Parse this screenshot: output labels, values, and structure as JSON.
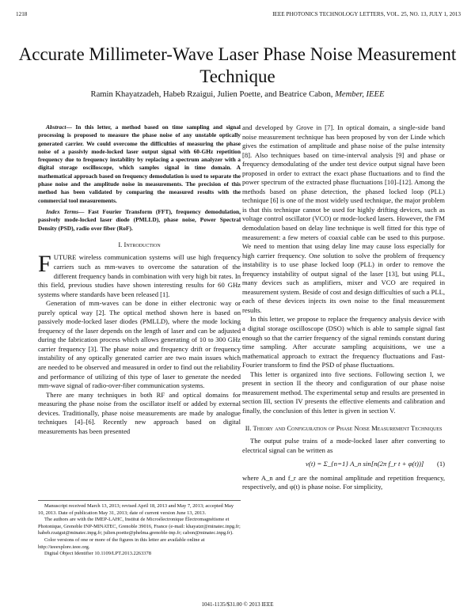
{
  "header": {
    "page_number": "1218",
    "journal": "IEEE PHOTONICS TECHNOLOGY LETTERS, VOL. 25, NO. 13, JULY 1, 2013"
  },
  "title": "Accurate Millimeter-Wave Laser Phase Noise Measurement Technique",
  "authors": {
    "names": "Ramin Khayatzadeh, Habeb Rzaigui, Julien Poette, and Beatrice Cabon,",
    "role": "Member, IEEE"
  },
  "abstract": {
    "lead": "Abstract",
    "text": "— In this letter, a method based on time sampling and signal processing is proposed to measure the phase noise of any unstable optically generated carrier. We could overcome the difficulties of measuring the phase noise of a passivly mode-locked laser output signal with 60-GHz repetition frequency due to frequency instability by replacing a spectrum analyzer with a digital storage oscilloscope, which samples signal in time domain. A mathematical approach based on frequency demodulation is used to separate the phase noise and the amplitude noise in measurements. The precision of this method has been validated by comparing the measured results with the commercial tool measurements."
  },
  "index_terms": {
    "lead": "Index Terms",
    "text": "— Fast Fourier Transform (FFT), frequency demodulation, passively mode-locked laser diode (PMLLD), phase noise, Power Spectral Density (PSD), radio over fiber (RoF)."
  },
  "section1": {
    "heading": "I. Introduction",
    "dropcap": "F",
    "p1": "UTURE wireless communication systems will use high frequency carriers such as mm-waves to overcome the saturation of the different frequency bands in combination with very high bit rates. In this field, previous studies have shown interesting results for 60 GHz systems where standards have been released [1].",
    "p2": "Generation of mm-waves can be done in either electronic way or purely optical way [2]. The optical method shown here is based on passively mode-locked laser diodes (PMLLD), where the mode locking frequency of the laser depends on the length of laser and can be adjusted during the fabrication process which allows generating of 10 to 300 GHz carrier frequency [3]. The phase noise and frequency drift or frequency instability of any optically generated carrier are two main issues which are needed to be observed and measured in order to find out the reliability and performance of utilizing of this type of laser to generate the needed mm-wave signal of radio-over-fiber communication systems.",
    "p3": "There are many techniques in both RF and optical domains for measuring the phase noise from the oscillator itself or added by external devices. Traditionally, phase noise measurements are made by analogue techniques [4]–[6]. Recently new approach based on digital measurements has been presented"
  },
  "footnotes": [
    "Manuscript received March 13, 2013; revised April 18, 2013 and May 7, 2013; accepted May 10, 2013. Date of publication May 31, 2013; date of current version June 13, 2013.",
    "The authors are with the IMEP-LAHC, Institut de Microélectronique Électromagnétisme et Photonique, Grenoble INP-MINATEC, Grenoble 39016, France (e-mail: khayatzr@minatec.inpg.fr; habeb.rzaigui@minatec.inpg.fr; julien.poette@phelma.grenoble-inp.fr; cabon@minatec.inpg.fr).",
    "Color versions of one or more of the figures in this letter are available online at http://ieeexplore.ieee.org.",
    "Digital Object Identifier 10.1109/LPT.2013.2263378"
  ],
  "right": {
    "p1": "and developed by Grove in [7]. In optical domain, a single-side band noise measurement technique has been proposed by von der Linde which gives the estimation of amplitude and phase noise of the pulse intensity [8]. Also techniques based on time-interval analysis [9] and phase or frequency demodulating of the under test device output signal have been proposed in order to extract the exact phase fluctuations and to find the power spectrum of the extracted phase fluctuations [10]–[12]. Among the methods based on phase detection, the phased locked loop (PLL) technique [6] is one of the most widely used technique, the major problem is that this technique cannot be used for highly drifting devices, such as voltage control oscillator (VCO) or mode-locked lasers. However, the FM demodulation based on delay line technique is well fitted for this type of measurement: a few meters of coaxial cable can be used to this purpose. We need to mention that using delay line may cause loss especially for high carrier frequency. One solution to solve the problem of frequency instability is to use phase locked loop (PLL) in order to remove the frequency instability of output signal of the laser [13], but using PLL, many devices such as amplifiers, mixer and VCO are required in measurement system. Beside of cost and design difficulties of such a PLL, each of these devices injects its own noise to the final measurement results.",
    "p2": "In this letter, we propose to replace the frequency analysis device with a digital storage oscilloscope (DSO) which is able to sample signal fast enough so that the carrier frequency of the signal reminds constant during time sampling. After accurate sampling acquisitions, we use a mathematical approach to extract the frequency fluctuations and Fast-Fourier transform to find the PSD of phase fluctuations.",
    "p3": "This letter is organized into five sections. Following section I, we present in section II the theory and configuration of our phase noise measurement method. The experimental setup and results are presented in section III, section IV presents the effective elements and calibration and finally, the conclusion of this letter is given in section V.",
    "heading2": "II. Theory and Configuration of Phase Noise Measurement Techniques",
    "p4": "The output pulse trains of a mode-locked laser after converting to electrical signal can be written as",
    "equation": "v(t) = Σ_{n=1} A_n sin[n(2π f_r t + φ(t))]",
    "equation_number": "(1)",
    "p5": "where A_n and f_r are the nominal amplitude and repetition frequency, respectively, and φ(t) is phase noise. For simplicity,"
  },
  "footer": "1041-1135/$31.00 © 2013 IEEE"
}
